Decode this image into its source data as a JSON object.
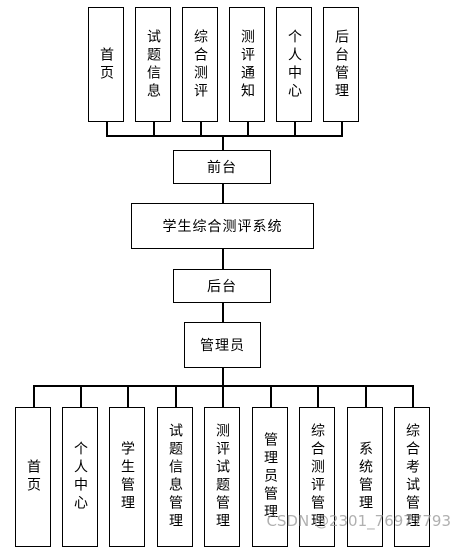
{
  "diagram": {
    "top_modules": [
      "首页",
      "试题信息",
      "综合测评",
      "测评通知",
      "个人中心",
      "后台管理"
    ],
    "frontend": "前台",
    "system": "学生综合测评系统",
    "backend": "后台",
    "admin": "管理员",
    "bottom_modules": [
      "首页",
      "个人中心",
      "学生管理",
      "试题信息管理",
      "测评试题管理",
      "管理员管理",
      "综合测评管理",
      "系统管理",
      "综合考试管理"
    ]
  },
  "watermark": "CSDN @2301_76977793"
}
